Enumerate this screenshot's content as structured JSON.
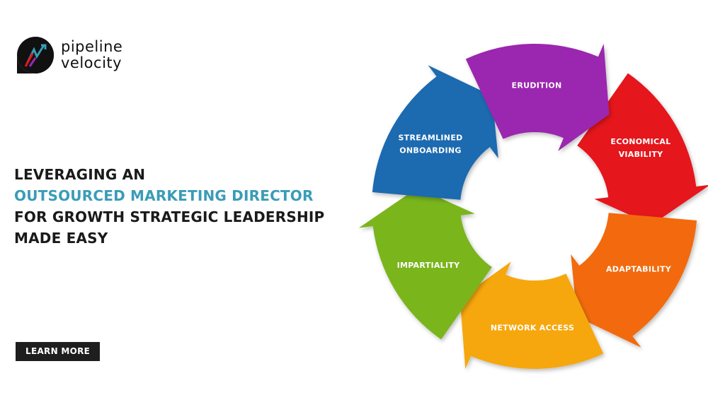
{
  "brand": {
    "line1": "pipeline",
    "line2": "velocity"
  },
  "headline": {
    "line1": "LEVERAGING AN",
    "line2": "OUTSOURCED MARKETING DIRECTOR",
    "line3": "FOR GROWTH STRATEGIC LEADERSHIP",
    "line4": "MADE EASY"
  },
  "cta": {
    "label": "LEARN MORE"
  },
  "colors": {
    "accent": "#3a9cb7",
    "dark": "#1e1e1e",
    "segments": [
      "#9b27af",
      "#e5151c",
      "#f26b0f",
      "#f6a707",
      "#7ab51d",
      "#1c6bb0"
    ]
  },
  "cycle": {
    "items": [
      {
        "label_lines": [
          "ERUDITION"
        ]
      },
      {
        "label_lines": [
          "ECONOMICAL",
          "VIABILITY"
        ]
      },
      {
        "label_lines": [
          "ADAPTABILITY"
        ]
      },
      {
        "label_lines": [
          "NETWORK ACCESS"
        ]
      },
      {
        "label_lines": [
          "IMPARTIALITY"
        ]
      },
      {
        "label_lines": [
          "STREAMLINED",
          "ONBOARDING"
        ]
      }
    ]
  }
}
